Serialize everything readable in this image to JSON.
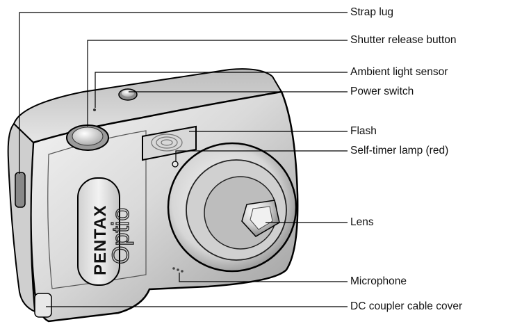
{
  "camera": {
    "brand_logo": "PENTAX",
    "model_logo": "Optio"
  },
  "callouts": [
    {
      "id": "strap-lug",
      "text": "Strap lug"
    },
    {
      "id": "shutter-release-button",
      "text": "Shutter release button"
    },
    {
      "id": "ambient-light-sensor",
      "text": "Ambient light sensor"
    },
    {
      "id": "power-switch",
      "text": "Power switch"
    },
    {
      "id": "flash",
      "text": "Flash"
    },
    {
      "id": "self-timer-lamp",
      "text": "Self-timer lamp (red)"
    },
    {
      "id": "lens",
      "text": "Lens"
    },
    {
      "id": "microphone",
      "text": "Microphone"
    },
    {
      "id": "dc-coupler-cable-cover",
      "text": "DC coupler cable cover"
    }
  ]
}
